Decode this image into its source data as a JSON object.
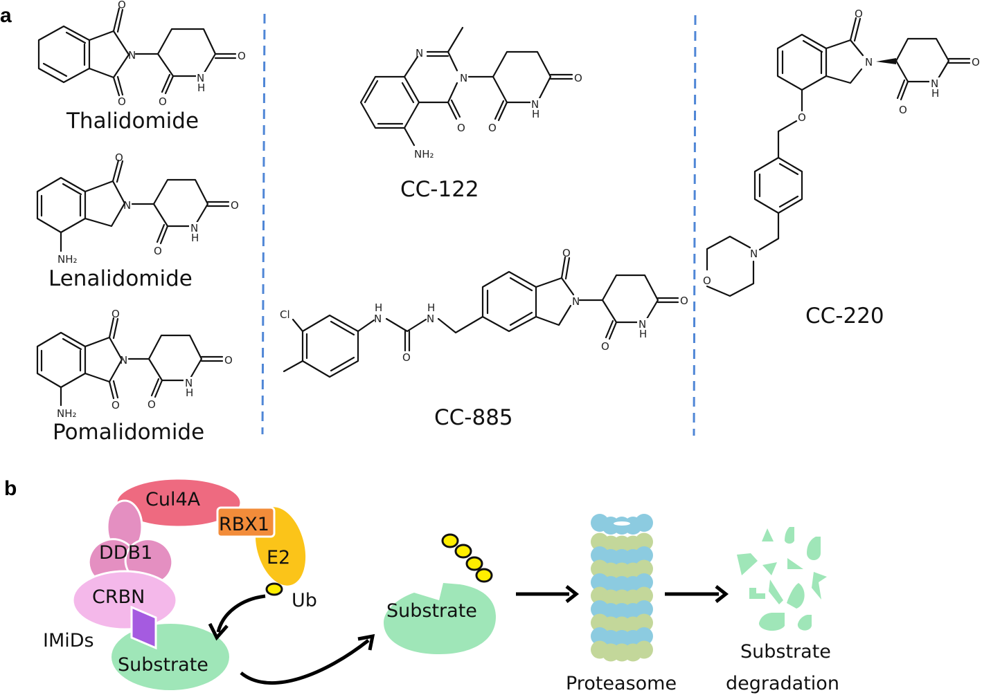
{
  "panels": {
    "a": {
      "label": "a"
    },
    "b": {
      "label": "b"
    }
  },
  "compounds": [
    {
      "name": "Thalidomide"
    },
    {
      "name": "Lenalidomide"
    },
    {
      "name": "Pomalidomide"
    },
    {
      "name": "CC-122"
    },
    {
      "name": "CC-885"
    },
    {
      "name": "CC-220"
    }
  ],
  "atoms": {
    "O": "O",
    "N": "N",
    "H": "H",
    "NH": "NH",
    "NH2": "NH₂",
    "Cl": "Cl"
  },
  "pathway": {
    "cul4a": "Cul4A",
    "rbx1": "RBX1",
    "ddb1": "DDB1",
    "crbn": "CRBN",
    "e2": "E2",
    "ub": "Ub",
    "imids": "IMiDs",
    "substrate_bound": "Substrate",
    "substrate_ubiquitinated": "Substrate",
    "proteasome": "Proteasome",
    "degradation_line1": "Substrate",
    "degradation_line2": "degradation"
  },
  "colors": {
    "divider": "#4f86d6",
    "cul4a": "#ee6a80",
    "rbx1": "#f28c3a",
    "ddb1": "#e48fc1",
    "crbn": "#f4b8ea",
    "e2": "#fbc419",
    "ub": "#ffee00",
    "imids": "#a55be0",
    "substrate": "#9fe6b8",
    "proteasome_blue": "#8ccbe0",
    "proteasome_green": "#c3d79a"
  }
}
